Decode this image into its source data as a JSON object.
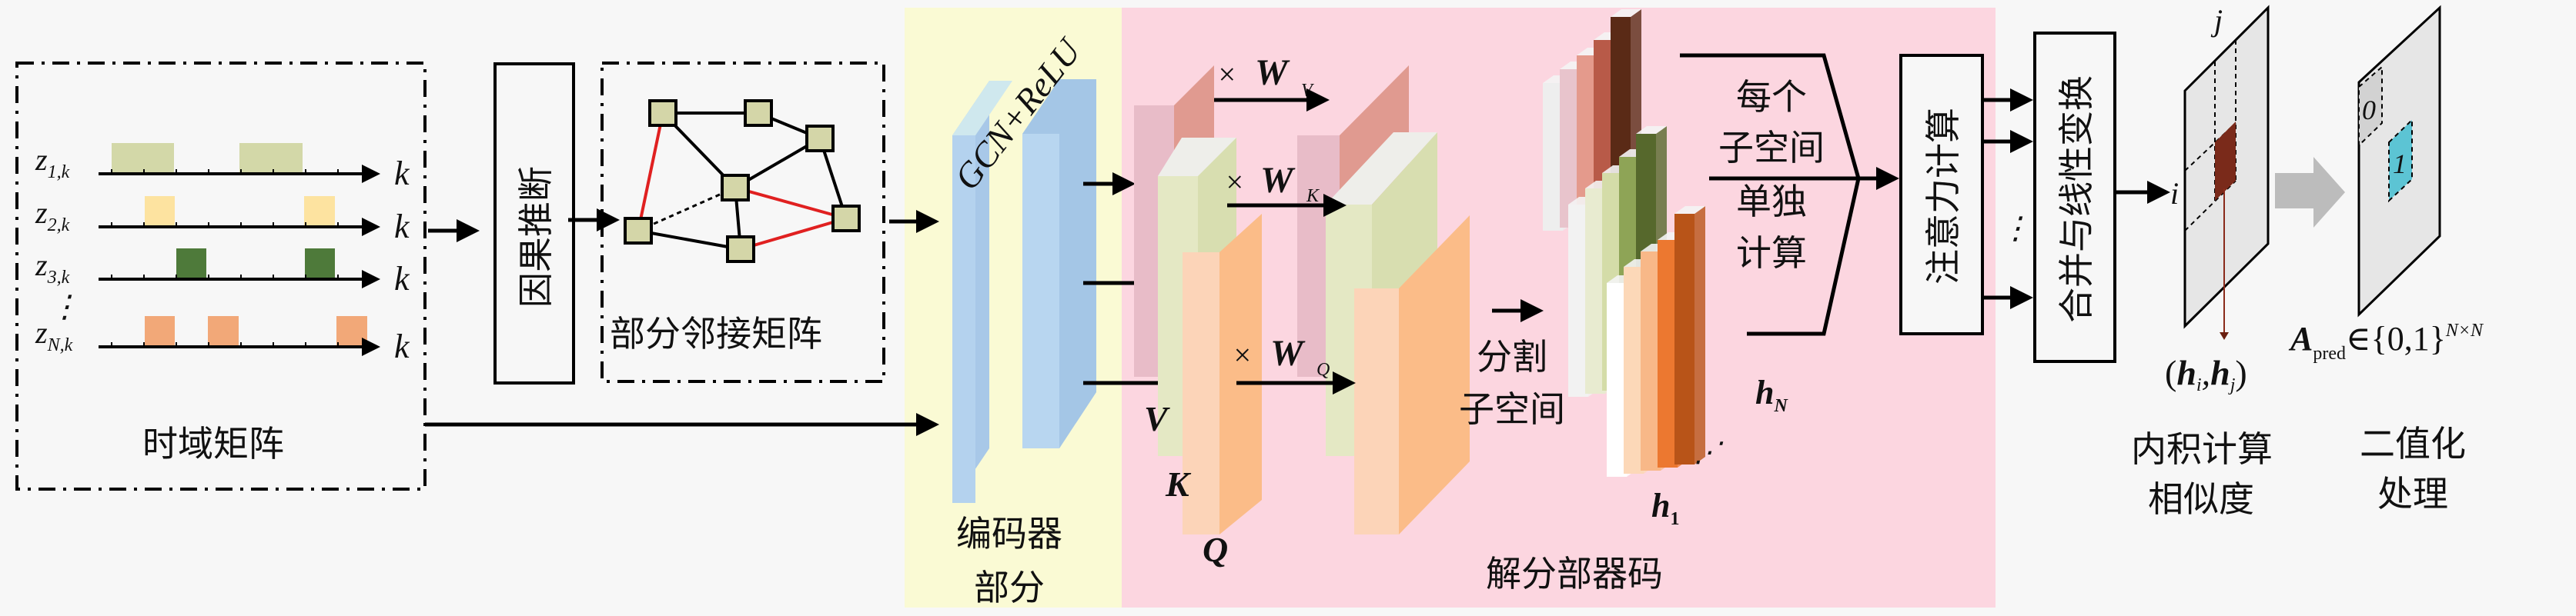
{
  "left_panel": {
    "label": "时域矩阵",
    "series": [
      {
        "var": "z",
        "sub": "1,k",
        "axis": "k"
      },
      {
        "var": "z",
        "sub": "2,k",
        "axis": "k"
      },
      {
        "var": "z",
        "sub": "3,k",
        "axis": "k"
      },
      {
        "var": "z",
        "sub": "N,k",
        "axis": "k"
      }
    ],
    "ellipsis": "⋮"
  },
  "causal_box": {
    "label": "因果推断"
  },
  "graph_panel": {
    "label": "部分邻接矩阵"
  },
  "encoder": {
    "label_line1": "编码器",
    "label_line2": "部分",
    "layer_label": "GCN+ReLU"
  },
  "decoder": {
    "label": "解分部器码",
    "V": "V",
    "K": "K",
    "Q": "Q",
    "times": "×",
    "W": "W",
    "wv_sub": "V",
    "wk_sub": "K",
    "wq_sub": "Q",
    "split_line1": "分割",
    "split_line2": "子空间",
    "each_line1": "每个",
    "each_line2": "子空间",
    "each_line3": "单独",
    "each_line4": "计算",
    "h": "h",
    "h1_sub": "1",
    "hN_sub": "N",
    "dots": "⋰"
  },
  "attention_box": {
    "label": "注意力计算",
    "dots": "⋮"
  },
  "merge_box": {
    "label": "合并与线性变换"
  },
  "similarity": {
    "i": "i",
    "j": "j",
    "pair_open": "(",
    "h": "h",
    "i_sub": "i",
    "comma": ",",
    "j_sub": "j",
    "pair_close": ")",
    "label_line1": "内积计算",
    "label_line2": "相似度"
  },
  "binarize": {
    "zero": "0",
    "one": "1",
    "A": "A",
    "A_sub": "pred",
    "set": "∈{0,1}",
    "sup": "N×N",
    "label_line1": "二值化",
    "label_line2": "处理"
  },
  "colors": {
    "background": "#f7f7f7",
    "encoder_bg": "#fafad4",
    "decoder_bg": "#fcd6e0",
    "node": "#d4d6a8",
    "red_edge": "#e02020",
    "z1": "#d3d8a8",
    "z2": "#fde3a0",
    "z3": "#4e7a3a",
    "zN": "#f2a878",
    "gcn": "#b4d2ee",
    "v_stack": "#e8b0b8",
    "k_stack": "#e2e6bc",
    "q_stack": "#fdc090",
    "v_slices": [
      "#eeeeee",
      "#e8c4cc",
      "#e49a8c",
      "#b85a48",
      "#5a2a16"
    ],
    "k_slices": [
      "#f2f2f2",
      "#e8ebd0",
      "#d4dca8",
      "#8ea456",
      "#56682c"
    ],
    "q_slices": [
      "#ffffff",
      "#fcd8b8",
      "#f8b888",
      "#ec7830",
      "#b85418"
    ],
    "highlight": "#7a2a1a",
    "cyan": "#5cc4d4"
  }
}
